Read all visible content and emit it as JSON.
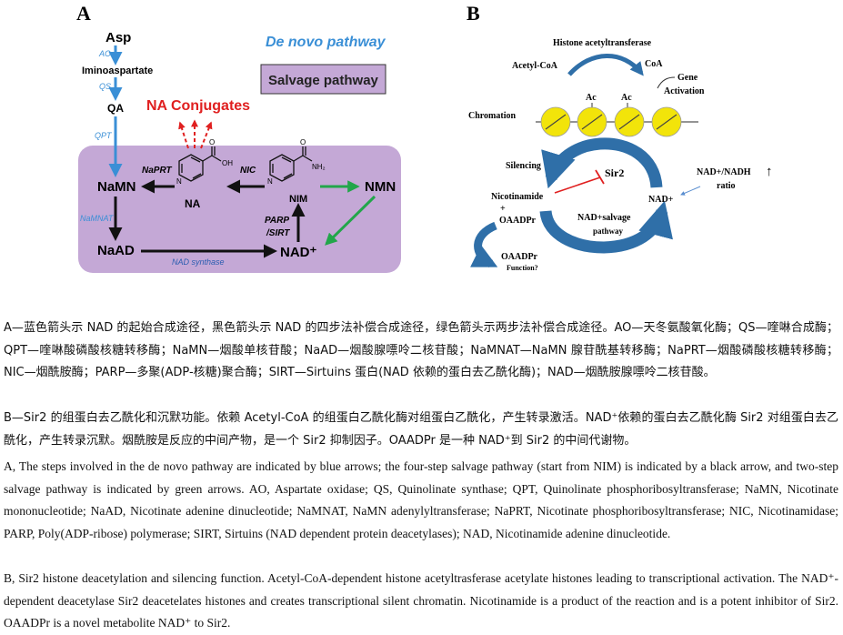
{
  "panel_a": {
    "label": "A",
    "legend_de_novo": "De novo pathway",
    "legend_salvage": "Salvage pathway",
    "asp": "Asp",
    "ao": "AO",
    "iminoaspartate": "Iminoaspartate",
    "qs": "QS",
    "qa": "QA",
    "qpt": "QPT",
    "na_conjugates": "NA Conjugates",
    "namn": "NaMN",
    "naprt": "NaPRT",
    "na": "NA",
    "oh": "OH",
    "nic": "NIC",
    "nh2": "NH₂",
    "nim": "NIM",
    "nmn": "NMN",
    "nmnat": "NaMNAT",
    "naad": "NaAD",
    "nad_synthase": "NAD synthase",
    "parp_sirt": "PARP\n/SIRT",
    "nad": "NAD⁺",
    "o": "O"
  },
  "panel_b": {
    "label": "B",
    "histone_acetyltransferase": "Histone acetyltransferase",
    "acetyl_coa": "Acetyl-CoA",
    "coa": "CoA",
    "gene": "Gene",
    "activation": "Activation",
    "ac": "Ac",
    "chromation": "Chromation",
    "silencing": "Silencing",
    "sir2": "Sir2",
    "nad_ratio_1": "NAD+/NADH",
    "nad_ratio_2": "ratio",
    "up_arrow": "↑",
    "nicotinamide": "Nicotinamide",
    "plus": "+",
    "oaadpr": "OAADPr",
    "nad_plus": "NAD+",
    "salvage_1": "NAD+salvage",
    "salvage_2": "pathway",
    "oaadpr_2": "OAADPr",
    "function": "Function?"
  },
  "caption": {
    "zh_a": "A—蓝色箭头示 NAD 的起始合成途径，黑色箭头示 NAD 的四步法补偿合成途径，绿色箭头示两步法补偿合成途径。AO—天冬氨酸氧化酶；QS—喹啉合成酶；QPT—喹啉酸磷酸核糖转移酶；NaMN—烟酸单核苷酸；NaAD—烟酸腺嘌呤二核苷酸；NaMNAT—NaMN 腺苷酰基转移酶；NaPRT—烟酸磷酸核糖转移酶；NIC—烟酰胺酶；PARP—多聚(ADP-核糖)聚合酶；SIRT—Sirtuins 蛋白(NAD 依赖的蛋白去乙酰化酶)；NAD—烟酰胺腺嘌呤二核苷酸。",
    "zh_b": "B—Sir2 的组蛋白去乙酰化和沉默功能。依赖 Acetyl-CoA 的组蛋白乙酰化酶对组蛋白乙酰化，产生转录激活。NAD⁺依赖的蛋白去乙酰化酶 Sir2 对组蛋白去乙酰化，产生转录沉默。烟酰胺是反应的中间产物，是一个 Sir2 抑制因子。OAADPr 是一种 NAD⁺到 Sir2 的中间代谢物。",
    "en_a": "A, The steps involved in the de novo pathway are indicated by blue arrows; the four-step salvage pathway (start from NIM) is indicated by a black arrow, and two-step salvage pathway is indicated by green arrows. AO, Aspartate oxidase; QS, Quinolinate synthase; QPT, Quinolinate phosphoribosyltransferase; NaMN, Nicotinate mononucleotide; NaAD, Nicotinate adenine dinucleotide; NaMNAT, NaMN adenylyltransferase; NaPRT, Nicotinate phosphoribosyltransferase; NIC, Nicotinamidase; PARP, Poly(ADP-ribose) polymerase; SIRT, Sirtuins (NAD dependent protein deacetylases); NAD, Nicotinamide adenine dinucleotide.",
    "en_b": "B, Sir2 histone deacetylation and silencing function. Acetyl-CoA-dependent histone acetyltrasferase acetylate histones leading to transcriptional activation. The NAD⁺-dependent deacetylase Sir2 deacetelates histones and creates transcriptional silent chromatin. Nicotinamide is a product of the reaction and is a potent inhibitor of Sir2. OAADPr is a novel metabolite NAD⁺ to Sir2."
  },
  "colors": {
    "blue": "#3a8fd6",
    "green": "#22a64a",
    "red": "#e02020",
    "purple": "#c4a8d6",
    "yellow": "#f2e40a",
    "circle_blue": "#2f6fa8"
  }
}
